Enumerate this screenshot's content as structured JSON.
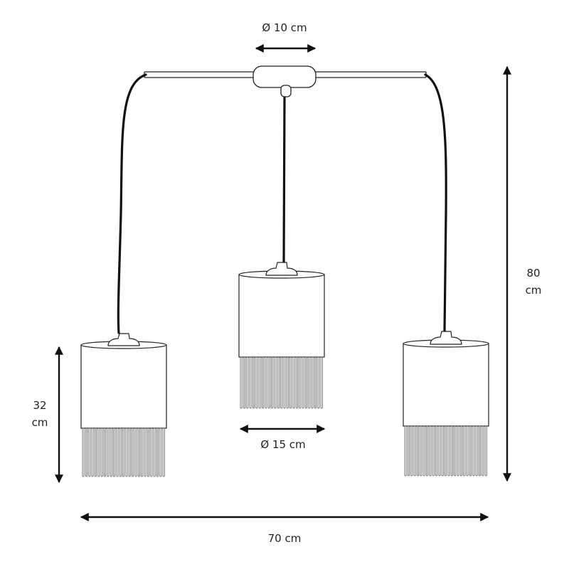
{
  "dimensions": {
    "canopy_diameter": "Ø 10 cm",
    "shade_diameter": "Ø 15 cm",
    "total_width": "70 cm",
    "total_height": {
      "line1": "80",
      "line2": "cm"
    },
    "shade_height": {
      "line1": "32",
      "line2": "cm"
    }
  },
  "colors": {
    "line": "#222222",
    "cable": "#111111",
    "fringe": "#555555"
  }
}
